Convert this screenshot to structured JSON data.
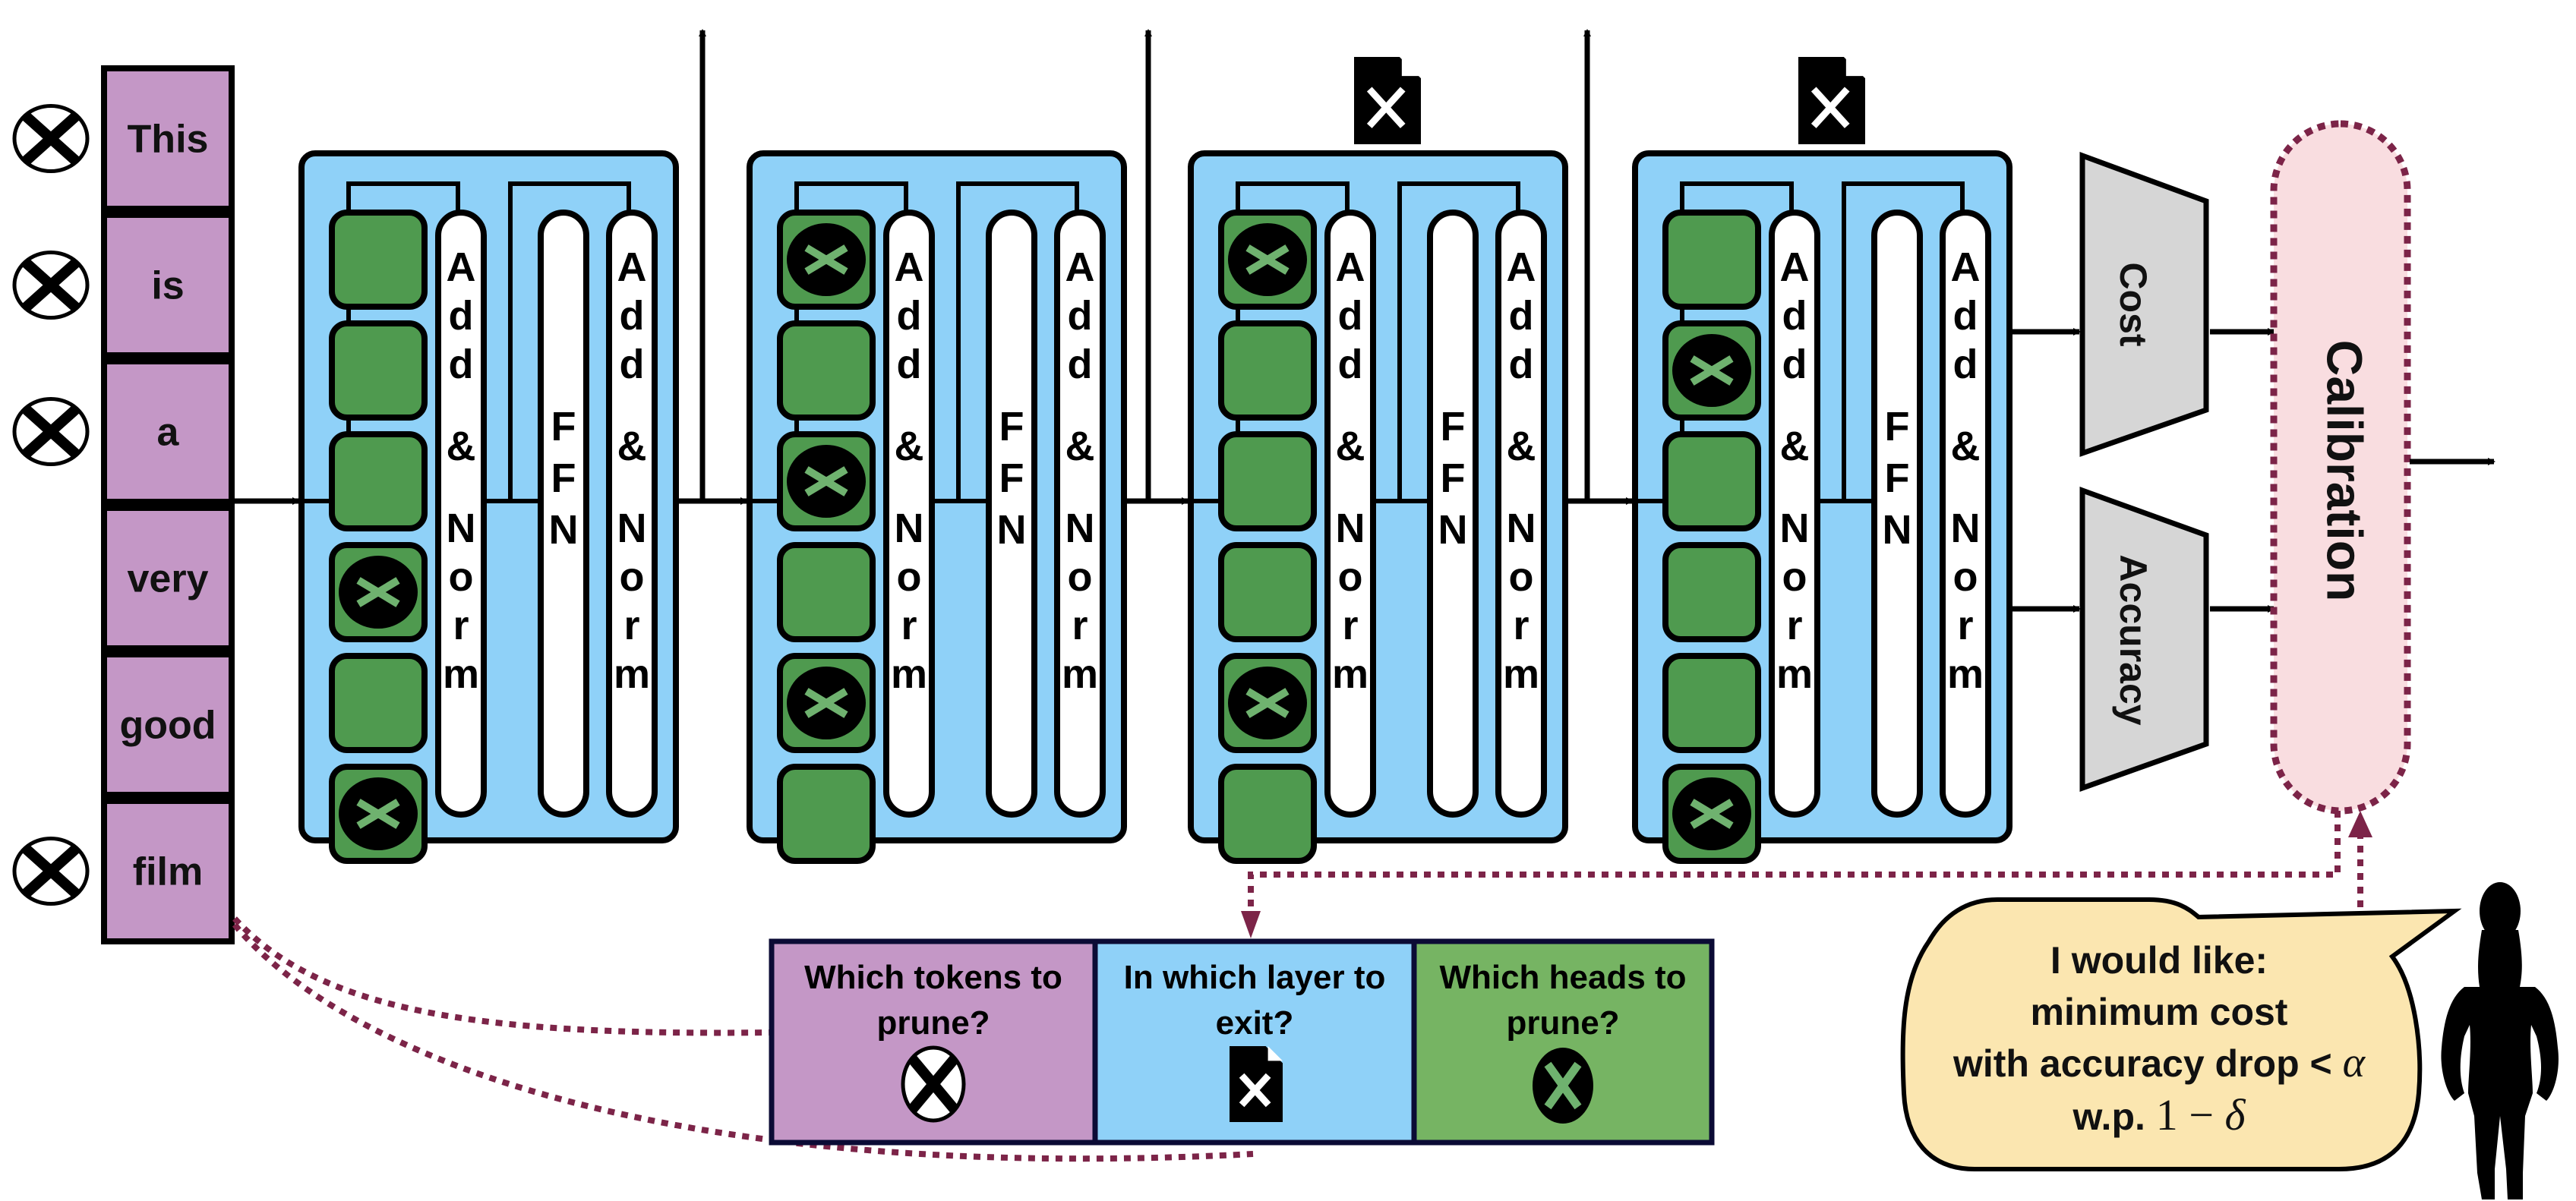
{
  "diagram": {
    "tokens": [
      {
        "label": "This",
        "pruned": true
      },
      {
        "label": "is",
        "pruned": true
      },
      {
        "label": "a",
        "pruned": true
      },
      {
        "label": "very",
        "pruned": false
      },
      {
        "label": "good",
        "pruned": false
      },
      {
        "label": "film",
        "pruned": true
      }
    ],
    "layers": [
      {
        "heads_pruned": [
          false,
          false,
          false,
          true,
          false,
          true
        ],
        "exited": false,
        "add_norm_1": "Add & Norm",
        "ffn": "FFN",
        "add_norm_2": "Add & Norm"
      },
      {
        "heads_pruned": [
          true,
          false,
          true,
          false,
          true,
          false
        ],
        "exited": false,
        "add_norm_1": "Add & Norm",
        "ffn": "FFN",
        "add_norm_2": "Add & Norm"
      },
      {
        "heads_pruned": [
          true,
          false,
          false,
          false,
          true,
          false
        ],
        "exited": true,
        "add_norm_1": "Add & Norm",
        "ffn": "FFN",
        "add_norm_2": "Add & Norm"
      },
      {
        "heads_pruned": [
          false,
          true,
          false,
          false,
          false,
          true
        ],
        "exited": true,
        "add_norm_1": "Add & Norm",
        "ffn": "FFN",
        "add_norm_2": "Add & Norm"
      }
    ],
    "cost_label": "Cost",
    "accuracy_label": "Accuracy",
    "calibration_label": "Calibration",
    "questions": [
      {
        "line1": "Which tokens to",
        "line2": "prune?",
        "icon": "circle-x-icon"
      },
      {
        "line1": "In which layer to",
        "line2": "exit?",
        "icon": "file-x-icon"
      },
      {
        "line1": "Which heads to",
        "line2": "prune?",
        "icon": "filled-circle-x-icon"
      }
    ],
    "bubble": {
      "line1": "I would like:",
      "line2": "minimum cost",
      "line3_prefix": "with accuracy drop < ",
      "line3_symbol": "α",
      "line4_prefix": "w.p. ",
      "line4_one": "1",
      "line4_minus": " − ",
      "line4_symbol": "δ"
    },
    "colors": {
      "token_fill": "#c497c6",
      "layer_fill": "#8fd1f8",
      "head_fill": "#4f9a4f",
      "head_x": "#6fb26f",
      "question_green": "#76b463",
      "trap_fill": "#d6d6d6",
      "calib_fill": "#f9dde0",
      "dotted": "#7c2448",
      "bubble_fill": "#fbe6b0"
    }
  }
}
